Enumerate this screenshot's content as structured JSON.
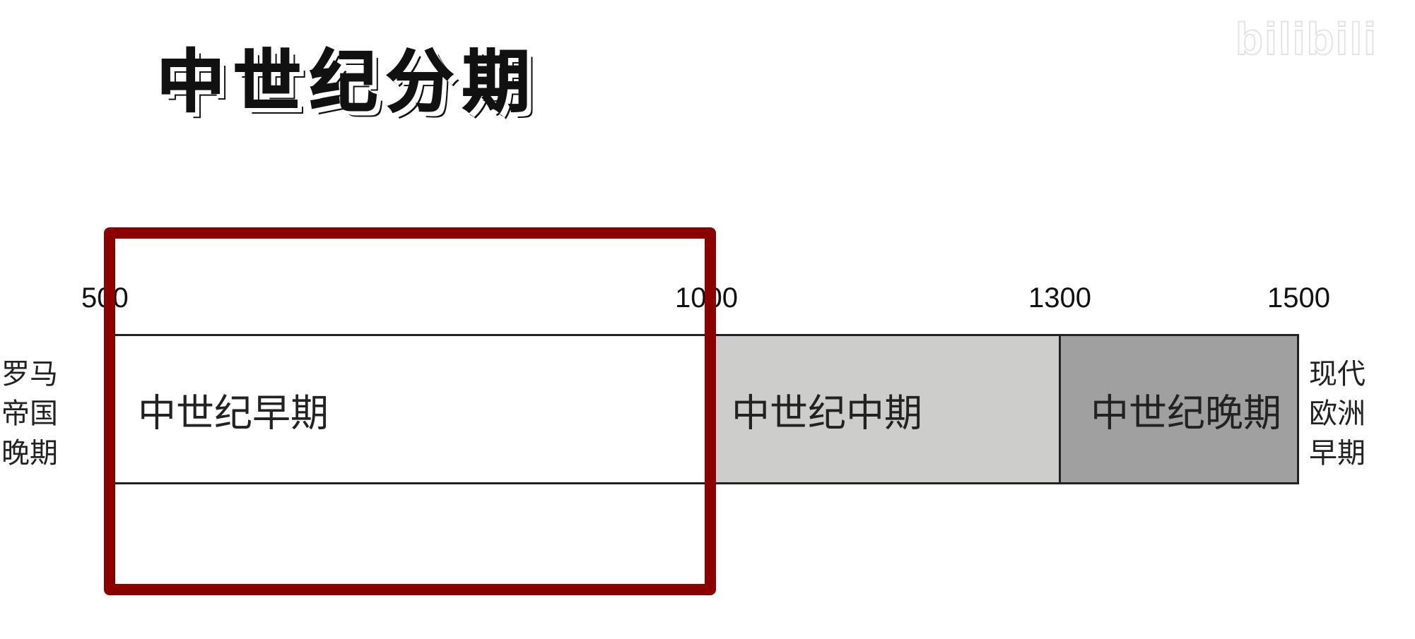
{
  "title": "中世纪分期",
  "timeline": {
    "years": [
      "500",
      "1000",
      "1300",
      "1500"
    ],
    "segments": [
      {
        "label": "中世纪早期",
        "from": 500,
        "to": 1000,
        "color": "#ffffff"
      },
      {
        "label": "中世纪中期",
        "from": 1000,
        "to": 1300,
        "color": "#cdcdcb"
      },
      {
        "label": "中世纪晚期",
        "from": 1300,
        "to": 1500,
        "color": "#a0a0a0"
      }
    ],
    "before_label": "罗马帝国晚期",
    "after_label": "现代欧洲早期",
    "highlight": {
      "from": 500,
      "to": 1000,
      "color": "#8b0000"
    }
  },
  "watermark": "bilibili"
}
